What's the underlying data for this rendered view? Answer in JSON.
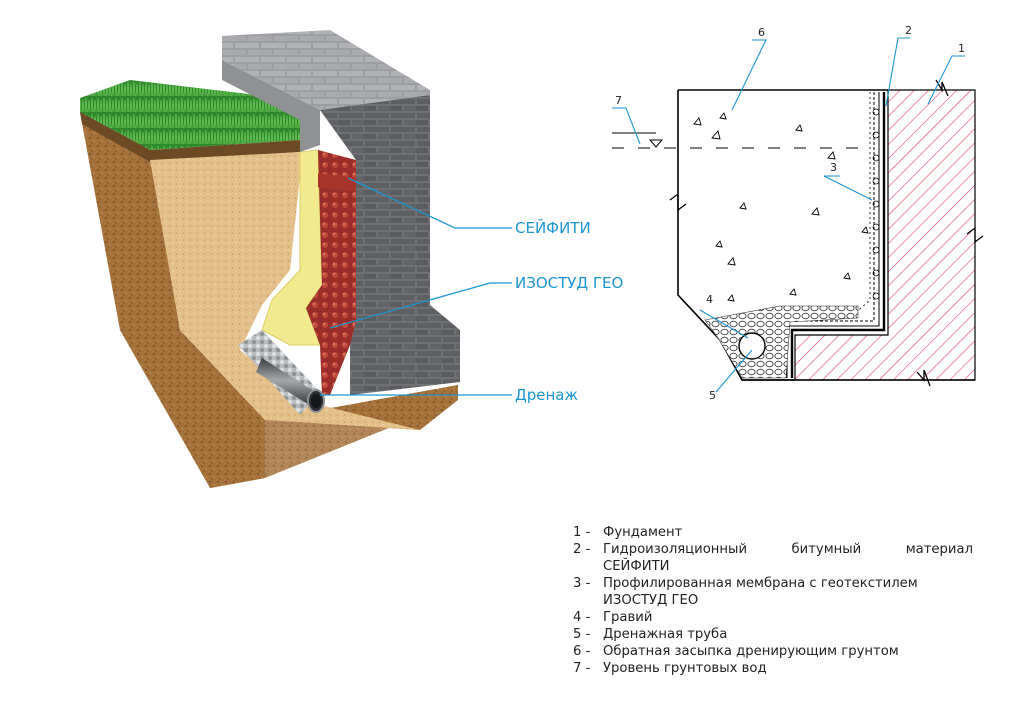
{
  "illustration": {
    "callouts": [
      {
        "id": "safety",
        "label": "СЕЙФИТИ"
      },
      {
        "id": "isostud",
        "label": "ИЗОСТУД ГЕО"
      },
      {
        "id": "drain",
        "label": "Дренаж"
      }
    ]
  },
  "section": {
    "markers": [
      "1",
      "2",
      "3",
      "4",
      "5",
      "6",
      "7"
    ]
  },
  "legend": {
    "items": [
      {
        "num": "1 -",
        "text": "Фундамент"
      },
      {
        "num": "2 -",
        "text": "Гидроизоляционный битумный материал",
        "cont": "СЕЙФИТИ"
      },
      {
        "num": "3 -",
        "text": "Профилированная мембрана с геотекстилем",
        "cont": "ИЗОСТУД ГЕО"
      },
      {
        "num": "4 -",
        "text": "Гравий"
      },
      {
        "num": "5 -",
        "text": "Дренажная труба"
      },
      {
        "num": "6 -",
        "text": "Обратная засыпка дренирующим грунтом"
      },
      {
        "num": "7 -",
        "text": "Уровень грунтовых вод"
      }
    ]
  },
  "colors": {
    "callout": "#1b95d1",
    "foundation_hatch": "#e8456a",
    "grass": "#2f8f2a",
    "soil": "#a57136",
    "backfill": "#e2bf86",
    "insulation": "#f2ea8e",
    "membrane": "#a8352c",
    "brick": "#6c6e70"
  }
}
